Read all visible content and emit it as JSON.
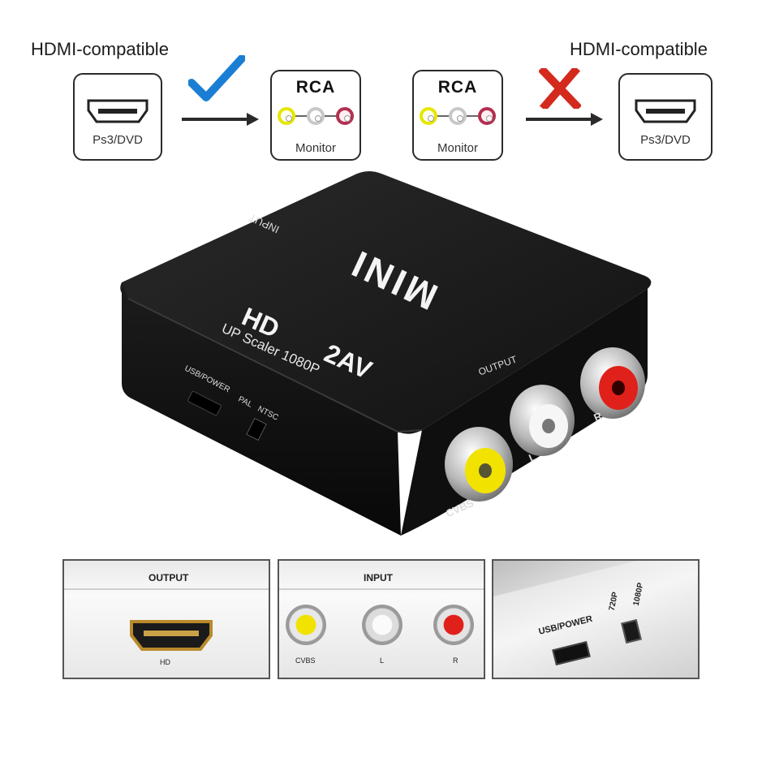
{
  "top_row": {
    "left_label": "HDMI-compatible",
    "right_label": "HDMI-compatible",
    "card1": {
      "caption": "Ps3/DVD",
      "icon": "hdmi-port-icon"
    },
    "card2": {
      "title": "RCA",
      "caption": "Monitor"
    },
    "card3": {
      "title": "RCA",
      "caption": "Monitor"
    },
    "card4": {
      "caption": "Ps3/DVD",
      "icon": "hdmi-port-icon"
    },
    "check_icon": "checkmark-icon",
    "cross_icon": "cross-icon"
  },
  "device": {
    "brand": "MINI",
    "model": "HD 2AV",
    "subtitle": "UP Scaler 1080P",
    "input_label": "INPUT",
    "output_label": "OUTPUT",
    "usb_label": "USB/POWER",
    "pal_label": "PAL",
    "ntsc_label": "NTSC",
    "cvbs_label": "CVBS",
    "l_label": "L",
    "r_label": "R"
  },
  "bottom": {
    "panel1": {
      "title": "OUTPUT",
      "port_label": "HD"
    },
    "panel2": {
      "title": "INPUT",
      "cvbs": "CVBS",
      "l": "L",
      "r": "R"
    },
    "panel3": {
      "usb": "USB/POWER",
      "opt1": "720P",
      "opt2": "1080P"
    }
  },
  "colors": {
    "check": "#1a7fd4",
    "cross": "#d42a1e",
    "yellow": "#f2e200",
    "red": "#e0201a",
    "white": "#f4f4f4",
    "device_body": "#141414"
  }
}
